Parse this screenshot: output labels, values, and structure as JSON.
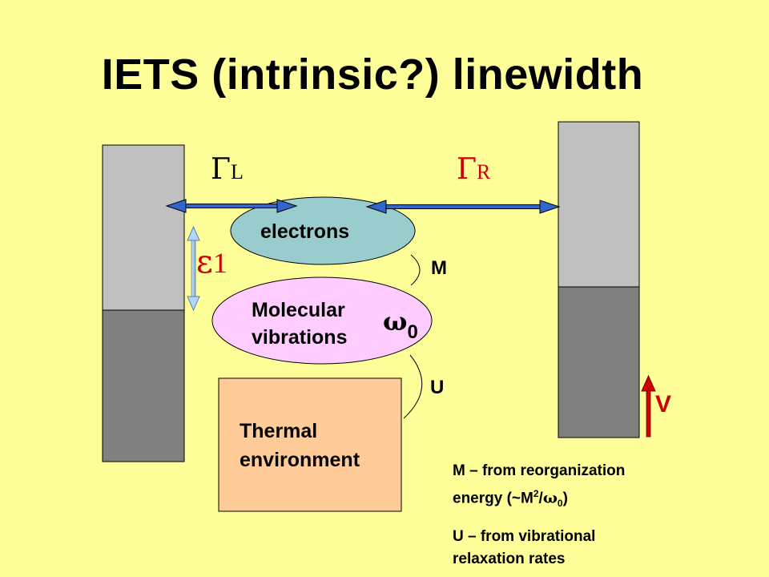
{
  "title": "IETS (intrinsic?) linewidth",
  "labels": {
    "gamma_left_symbol": "Γ",
    "gamma_left_sub": "L",
    "gamma_right_symbol": "Γ",
    "gamma_right_sub": "R",
    "epsilon_symbol": "ε",
    "epsilon_sub": "1",
    "electrons": "electrons",
    "molecular_line1": "Molecular",
    "molecular_line2": "vibrations",
    "omega_symbol": "ω",
    "omega_sub": "0",
    "coupling_m": "M",
    "coupling_u": "U",
    "thermal_line1": "Thermal",
    "thermal_line2": "environment",
    "voltage": "V"
  },
  "notes": {
    "m_line1": "M – from reorganization",
    "m_line2_a": "energy (~M",
    "m_line2_sup": "2",
    "m_line2_b": "/",
    "m_line2_omega": "ω",
    "m_line2_sub": "0",
    "m_line2_c": ")",
    "u_line1": "U – from vibrational",
    "u_line2": "relaxation rates"
  },
  "colors": {
    "background": "#FFFF99",
    "lead_upper": "#C0C0C0",
    "lead_lower": "#808080",
    "electrons_fill": "#99CCCC",
    "vibrations_fill": "#FFCCFF",
    "thermal_fill": "#FFCC99",
    "arrow_blue": "#3366CC",
    "arrow_light": "#99CCFF",
    "gamma_r": "#CC0000",
    "voltage_red": "#CC0000"
  }
}
